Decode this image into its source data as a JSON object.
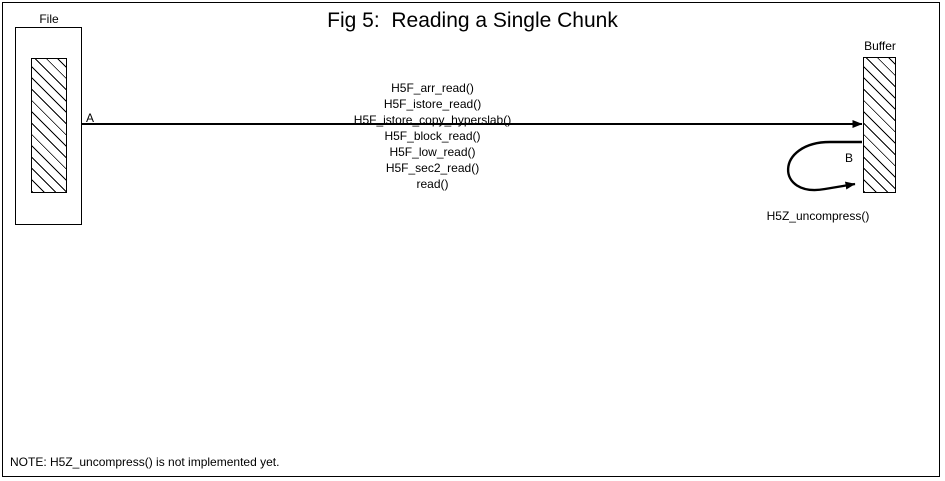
{
  "figure": {
    "title": "Fig 5:  Reading a Single Chunk",
    "note": "NOTE: H5Z_uncompress() is not implemented yet."
  },
  "nodes": {
    "file": {
      "caption": "File"
    },
    "buffer": {
      "caption": "Buffer"
    }
  },
  "edges": {
    "read_path": {
      "label": "A",
      "calls": [
        "H5F_arr_read()",
        "H5F_istore_read()",
        "H5F_istore_copy_hyperslab()",
        "H5F_block_read()",
        "H5F_low_read()",
        "H5F_sec2_read()",
        "read()"
      ]
    },
    "uncompress_loop": {
      "label": "B",
      "caption": "H5Z_uncompress()"
    }
  },
  "colors": {
    "ink": "#000000",
    "paper": "#ffffff"
  }
}
